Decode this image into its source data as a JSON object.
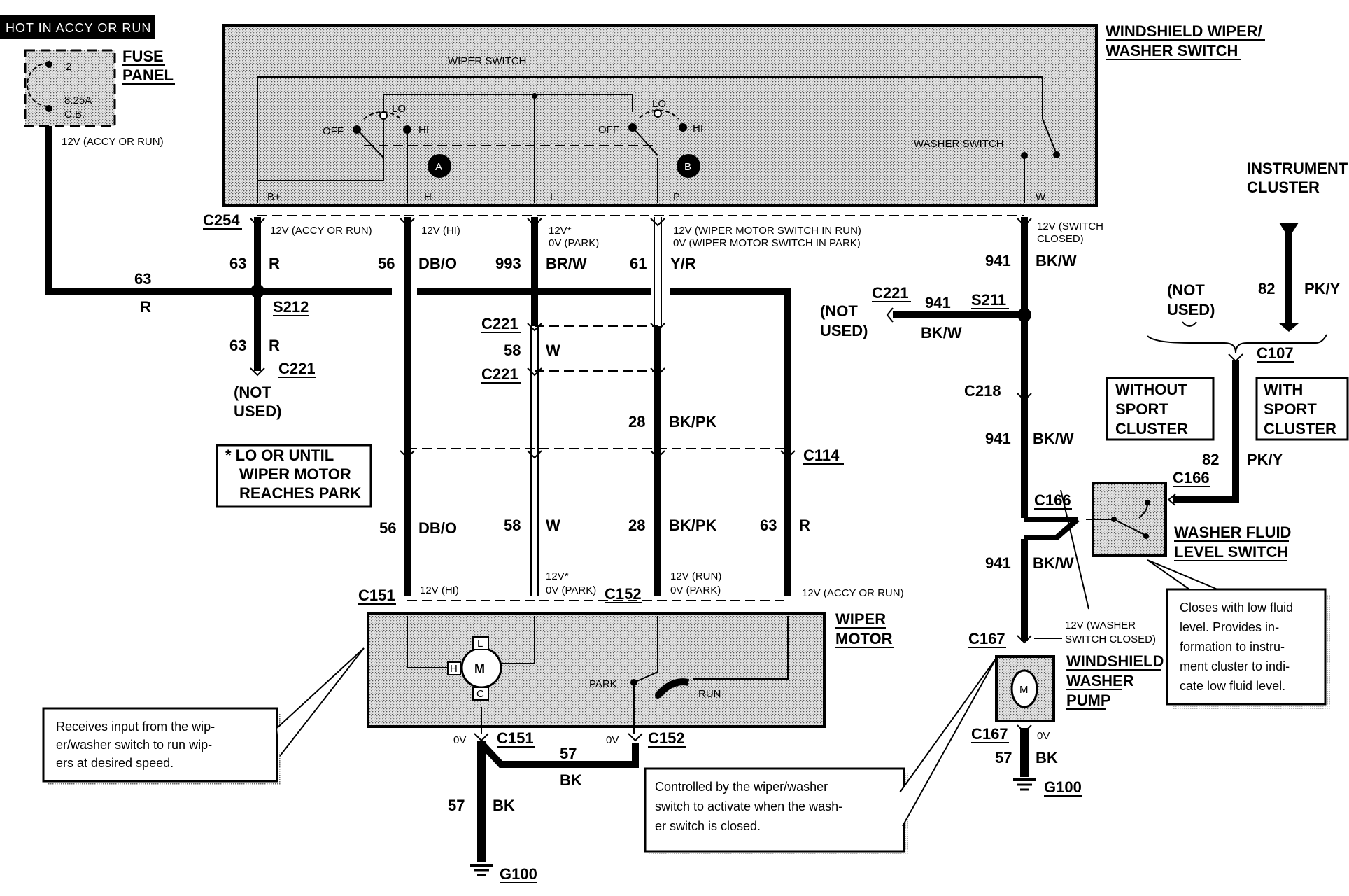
{
  "header_tag": "HOT IN ACCY OR RUN",
  "fuse_panel": {
    "title_line1": "FUSE",
    "title_line2": "PANEL",
    "fuse_number": "2",
    "rating_line1": "8.25A",
    "rating_line2": "C.B.",
    "feed_label": "12V (ACCY OR RUN)"
  },
  "wiper_washer_switch": {
    "title_line1": "WINDSHIELD WIPER/",
    "title_line2": "WASHER SWITCH",
    "wiper_switch_label": "WIPER SWITCH",
    "washer_switch_label": "WASHER SWITCH",
    "contact_a": "A",
    "contact_b": "B",
    "pos_off": "OFF",
    "pos_lo": "LO",
    "pos_hi": "HI",
    "pin_bplus": "B+",
    "pin_h": "H",
    "pin_l": "L",
    "pin_p": "P",
    "pin_w": "W"
  },
  "connectors": {
    "c254": "C254",
    "s212": "S212",
    "c221": "C221",
    "c114": "C114",
    "c151": "C151",
    "c152": "C152",
    "c218": "C218",
    "s211": "S211",
    "c166": "C166",
    "c167": "C167",
    "c107": "C107",
    "g100": "G100"
  },
  "circuits": {
    "c63": "63",
    "r": "R",
    "c56": "56",
    "dbo": "DB/O",
    "c993": "993",
    "brw": "BR/W",
    "c61": "61",
    "yr": "Y/R",
    "c58": "58",
    "w": "W",
    "c28": "28",
    "bkpk": "BK/PK",
    "c941": "941",
    "bkw": "BK/W",
    "c82": "82",
    "pky": "PK/Y",
    "c57": "57",
    "bk": "BK"
  },
  "voltages": {
    "accy_run": "12V (ACCY OR RUN)",
    "hi": "12V (HI)",
    "v12_star": "12V*",
    "park_0v": "0V (PARK)",
    "wiper_run_line1": "12V (WIPER MOTOR SWITCH IN RUN)",
    "wiper_run_line2": "0V (WIPER MOTOR SWITCH IN  PARK)",
    "switch_closed_line1": "12V (SWITCH",
    "switch_closed_line2": "CLOSED)",
    "run_12v": "12V (RUN)",
    "zero_v": "0V",
    "washer_closed_line1": "12V (WASHER",
    "washer_closed_line2": "SWITCH  CLOSED)"
  },
  "not_used": {
    "line1": "(NOT",
    "line2": "USED)"
  },
  "note_box": {
    "line1": "* LO OR UNTIL",
    "line2": "WIPER MOTOR",
    "line3": "REACHES PARK"
  },
  "wiper_motor": {
    "title_line1": "WIPER",
    "title_line2": "MOTOR",
    "m": "M",
    "pin_l": "L",
    "pin_h": "H",
    "pin_c": "C",
    "park": "PARK",
    "run": "RUN"
  },
  "washer_pump": {
    "title_line1": "WINDSHIELD",
    "title_line2": "WASHER",
    "title_line3": "PUMP",
    "m": "M"
  },
  "instrument_cluster": {
    "title_line1": "INSTRUMENT",
    "title_line2": "CLUSTER",
    "without_line1": "WITHOUT",
    "without_line2": "SPORT",
    "without_line3": "CLUSTER",
    "with_line1": "WITH",
    "with_line2": "SPORT",
    "with_line3": "CLUSTER"
  },
  "washer_fluid_switch": {
    "title_line1": "WASHER FLUID",
    "title_line2": "LEVEL SWITCH"
  },
  "callouts": {
    "motor_line1": "Receives input from the wip-",
    "motor_line2": "er/washer switch to run wip-",
    "motor_line3": "ers at desired speed.",
    "pump_line1": "Controlled by the wiper/washer",
    "pump_line2": "switch to activate when the wash-",
    "pump_line3": "er switch is closed.",
    "fluid_line1": "Closes with low fluid",
    "fluid_line2": "level.  Provides in-",
    "fluid_line3": "formation to instru-",
    "fluid_line4": "ment cluster to indi-",
    "fluid_line5": "cate low fluid level."
  }
}
